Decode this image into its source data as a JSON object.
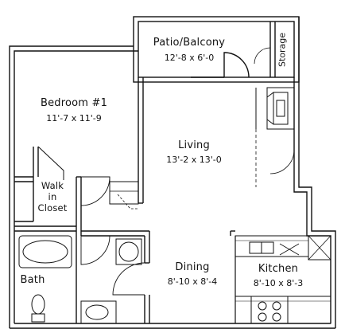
{
  "rooms": {
    "patio": {
      "name": "Patio/Balcony",
      "dims": "12'-8 x 6'-0"
    },
    "storage": {
      "name": "Storage"
    },
    "bedroom": {
      "name": "Bedroom #1",
      "dims": "11'-7 x 11'-9"
    },
    "living": {
      "name": "Living",
      "dims": "13'-2 x 13'-0"
    },
    "closet": {
      "line1": "Walk",
      "line2": "in",
      "line3": "Closet"
    },
    "bath": {
      "name": "Bath"
    },
    "dining": {
      "name": "Dining",
      "dims": "8'-10 x 8'-4"
    },
    "kitchen": {
      "name": "Kitchen",
      "dims": "8'-10 x 8'-3"
    }
  }
}
